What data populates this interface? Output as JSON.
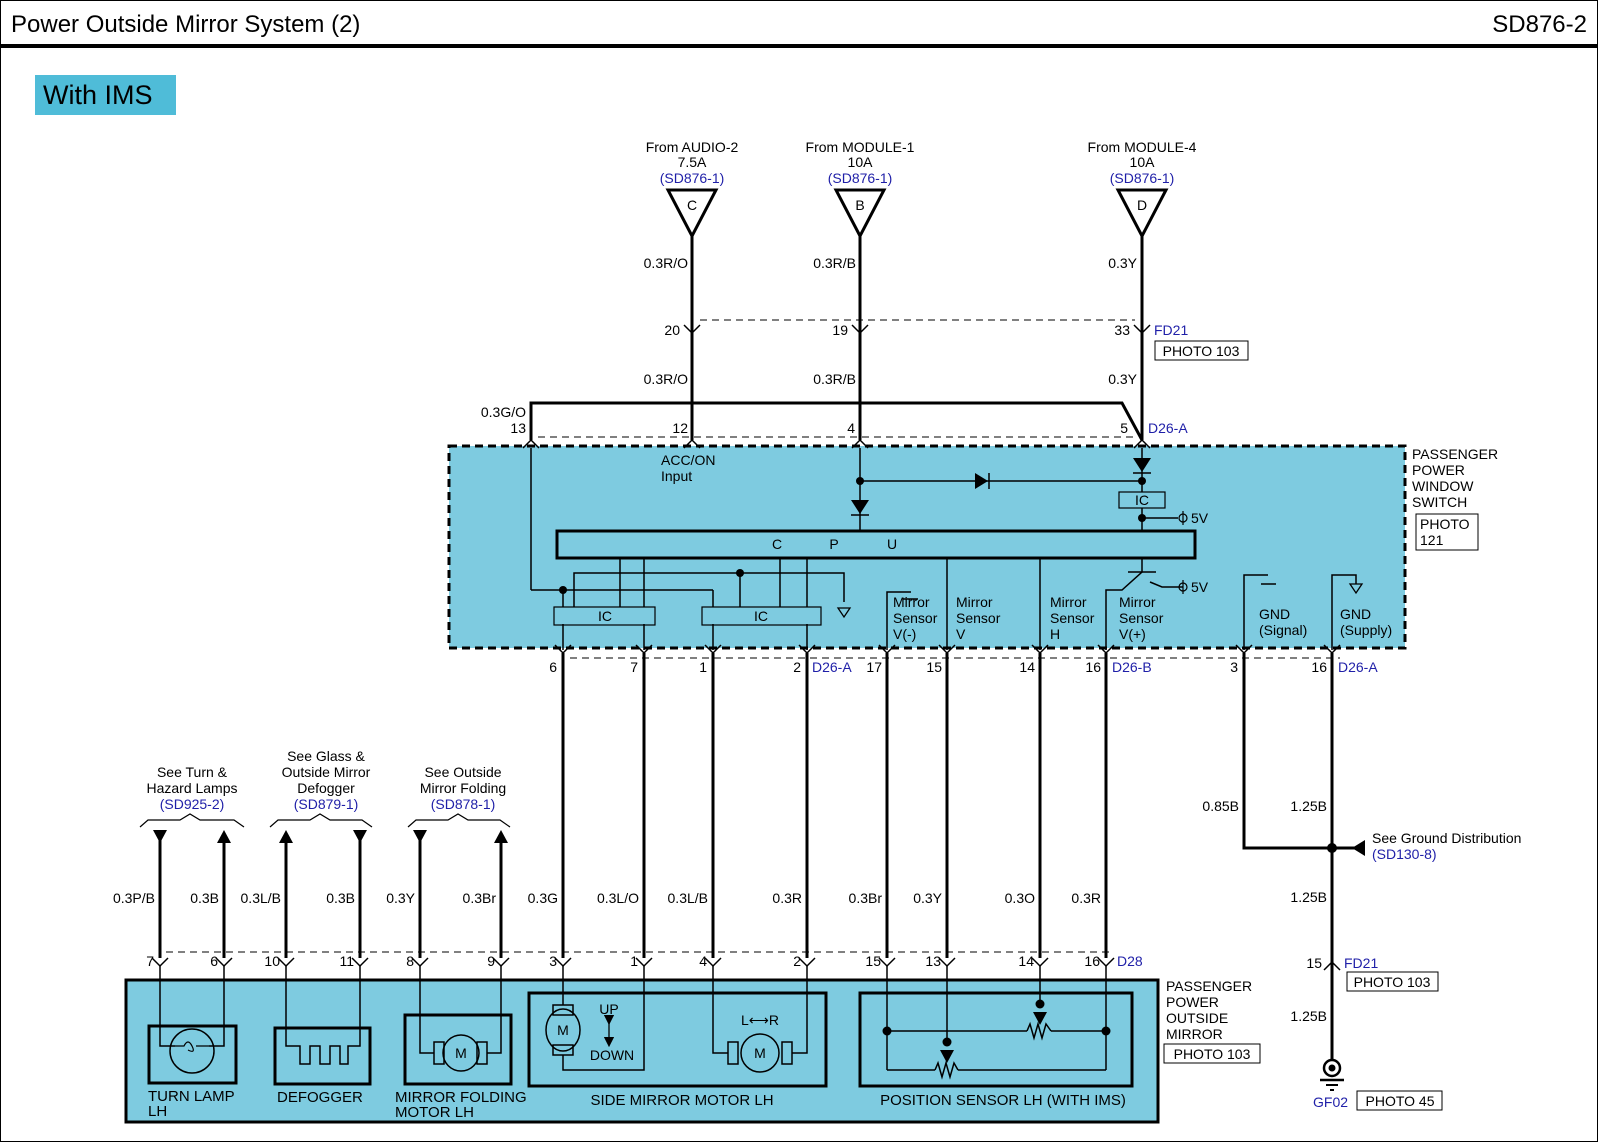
{
  "header": {
    "title": "Power Outside Mirror System (2)",
    "code": "SD876-2"
  },
  "variant_badge": "With IMS",
  "colors": {
    "module_fill": "#7ecbe0",
    "badge_fill": "#4fbcd8",
    "ref_text": "#1f1fa8"
  },
  "sources": [
    {
      "line1": "From AUDIO-2",
      "line2": "7.5A",
      "ref": "(SD876-1)",
      "letter": "C",
      "wire_top": "0.3R/O",
      "pin_fd21": "20",
      "wire_mid": "0.3R/O",
      "pin_d26a": "12"
    },
    {
      "line1": "From MODULE-1",
      "line2": "10A",
      "ref": "(SD876-1)",
      "letter": "B",
      "wire_top": "0.3R/B",
      "pin_fd21": "19",
      "wire_mid": "0.3R/B",
      "pin_d26a": "4"
    },
    {
      "line1": "From MODULE-4",
      "line2": "10A",
      "ref": "(SD876-1)",
      "letter": "D",
      "wire_top": "0.3Y",
      "pin_fd21": "33",
      "wire_mid": "0.3Y",
      "pin_d26a": "5"
    }
  ],
  "connectors": {
    "fd21": "FD21",
    "photo103": "PHOTO 103",
    "d26a": "D26-A",
    "d26b": "D26-B",
    "d28": "D28",
    "pin13": "13",
    "wire13": "0.3G/O"
  },
  "switch": {
    "name": [
      "PASSENGER",
      "POWER",
      "WINDOW",
      "SWITCH"
    ],
    "photo": [
      "PHOTO",
      "121"
    ],
    "acc_on": [
      "ACC/ON",
      "Input"
    ],
    "cpu": [
      "C",
      "P",
      "U"
    ],
    "ic": "IC",
    "v5": "5V",
    "signals": [
      [
        "Mirror",
        "Sensor",
        "V(-)"
      ],
      [
        "Mirror",
        "Sensor",
        "V"
      ],
      [
        "Mirror",
        "Sensor",
        "H"
      ],
      [
        "Mirror",
        "Sensor",
        "V(+)"
      ],
      [
        "GND",
        "(Signal)"
      ],
      [
        "GND",
        "(Supply)"
      ]
    ],
    "bottom_pins": [
      "6",
      "7",
      "1",
      "2",
      "17",
      "15",
      "14",
      "16",
      "3",
      "16"
    ]
  },
  "lower_wires": [
    {
      "pin_top": "6",
      "wire": "0.3G",
      "pin_bottom": "3"
    },
    {
      "pin_top": "7",
      "wire": "0.3L/O",
      "pin_bottom": "1"
    },
    {
      "pin_top": "1",
      "wire": "0.3L/B",
      "pin_bottom": "4"
    },
    {
      "pin_top": "2",
      "wire": "0.3R",
      "pin_bottom": "2"
    },
    {
      "pin_top": "17",
      "wire": "0.3Br",
      "pin_bottom": "15"
    },
    {
      "pin_top": "15",
      "wire": "0.3Y",
      "pin_bottom": "13"
    },
    {
      "pin_top": "14",
      "wire": "0.3O",
      "pin_bottom": "14"
    },
    {
      "pin_top": "16",
      "wire": "0.3R",
      "pin_bottom": "16"
    }
  ],
  "external_refs": [
    {
      "lines": [
        "See Turn &",
        "Hazard Lamps"
      ],
      "ref": "(SD925-2)",
      "wires": [
        "0.3P/B",
        "0.3B"
      ],
      "pins": [
        "7",
        "6"
      ]
    },
    {
      "lines": [
        "See Glass &",
        "Outside Mirror",
        "Defogger"
      ],
      "ref": "(SD879-1)",
      "wires": [
        "0.3L/B",
        "0.3B"
      ],
      "pins": [
        "10",
        "11"
      ]
    },
    {
      "lines": [
        "See Outside",
        "Mirror Folding"
      ],
      "ref": "(SD878-1)",
      "wires": [
        "0.3Y",
        "0.3Br"
      ],
      "pins": [
        "8",
        "9"
      ]
    }
  ],
  "ground": {
    "wire_signal": "0.85B",
    "wire_supply": "1.25B",
    "wire_mid": "1.25B",
    "wire_low": "1.25B",
    "see": "See Ground Distribution",
    "see_ref": "(SD130-8)",
    "pin": "15",
    "connector": "FD21",
    "photo": "PHOTO 103",
    "ground_point": "GF02",
    "ground_photo": "PHOTO 45"
  },
  "mirror": {
    "name": [
      "PASSENGER",
      "POWER",
      "OUTSIDE",
      "MIRROR"
    ],
    "photo": "PHOTO 103",
    "components": {
      "turn_lamp": [
        "TURN LAMP",
        "LH"
      ],
      "defogger": "DEFOGGER",
      "folding_motor": [
        "MIRROR FOLDING",
        "MOTOR LH"
      ],
      "side_motor": "SIDE MIRROR MOTOR LH",
      "position_sensor": "POSITION SENSOR LH (WITH IMS)",
      "motor_letter": "M",
      "up": "UP",
      "down": "DOWN",
      "lr": "L⟷R"
    }
  }
}
